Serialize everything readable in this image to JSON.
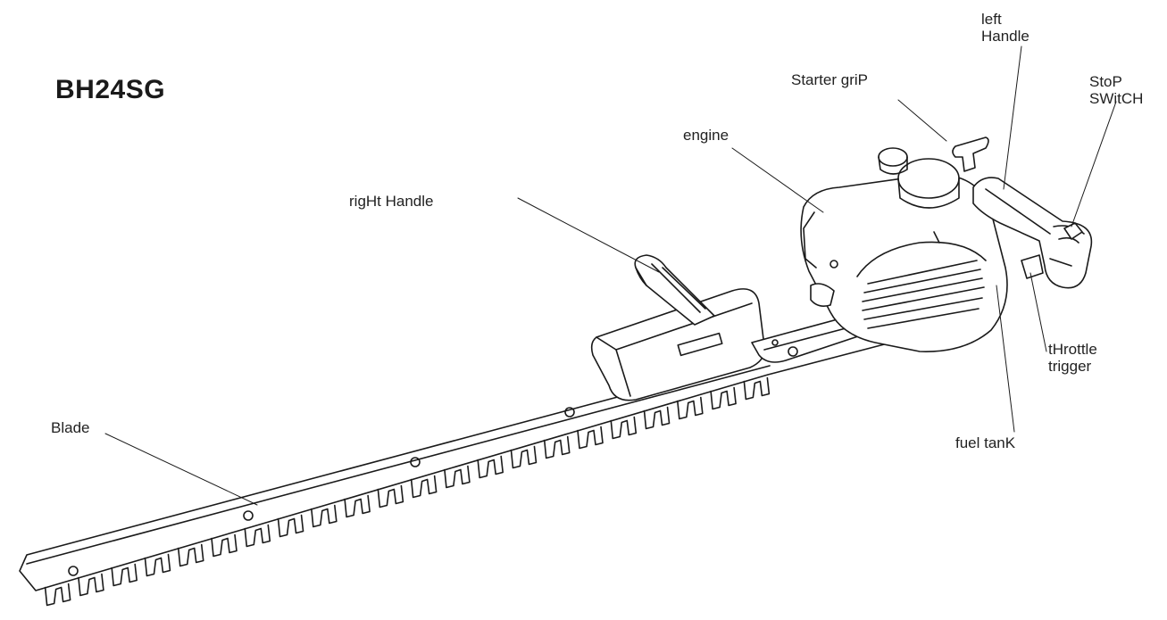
{
  "title": "BH24SG",
  "labels": {
    "left_handle_1": "left",
    "left_handle_2": "Handle",
    "starter_grip": "Starter griP",
    "stop_switch_1": "StoP",
    "stop_switch_2": "SWitCH",
    "engine": "engine",
    "right_handle": "rigHt Handle",
    "throttle_trigger_1": "tHrottle",
    "throttle_trigger_2": "trigger",
    "fuel_tank": "fuel tanK",
    "blade": "Blade"
  }
}
